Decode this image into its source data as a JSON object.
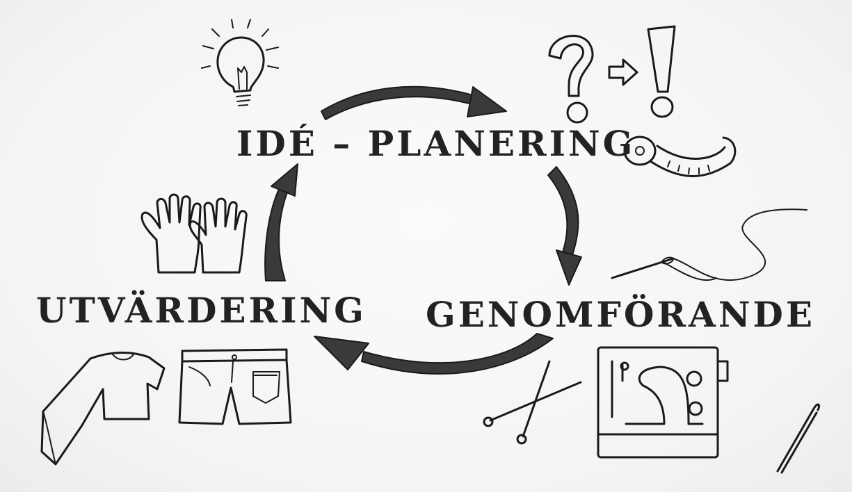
{
  "diagram": {
    "type": "cycle",
    "stages": [
      {
        "key": "ide",
        "label": "IDÉ – PLANERING"
      },
      {
        "key": "genom",
        "label": "GENOMFÖRANDE"
      },
      {
        "key": "utv",
        "label": "UTVÄRDERING"
      }
    ],
    "ink_color": "#1a1a1a",
    "arrow_color": "#3a3a3a",
    "icons": [
      "light-bulb-icon",
      "question-to-exclamation-icon",
      "measuring-tape-icon",
      "needle-and-thread-icon",
      "knitting-needles-icon",
      "sewing-machine-icon",
      "crochet-hook-icon",
      "gloves-icon",
      "sweater-icon",
      "shorts-icon"
    ]
  }
}
